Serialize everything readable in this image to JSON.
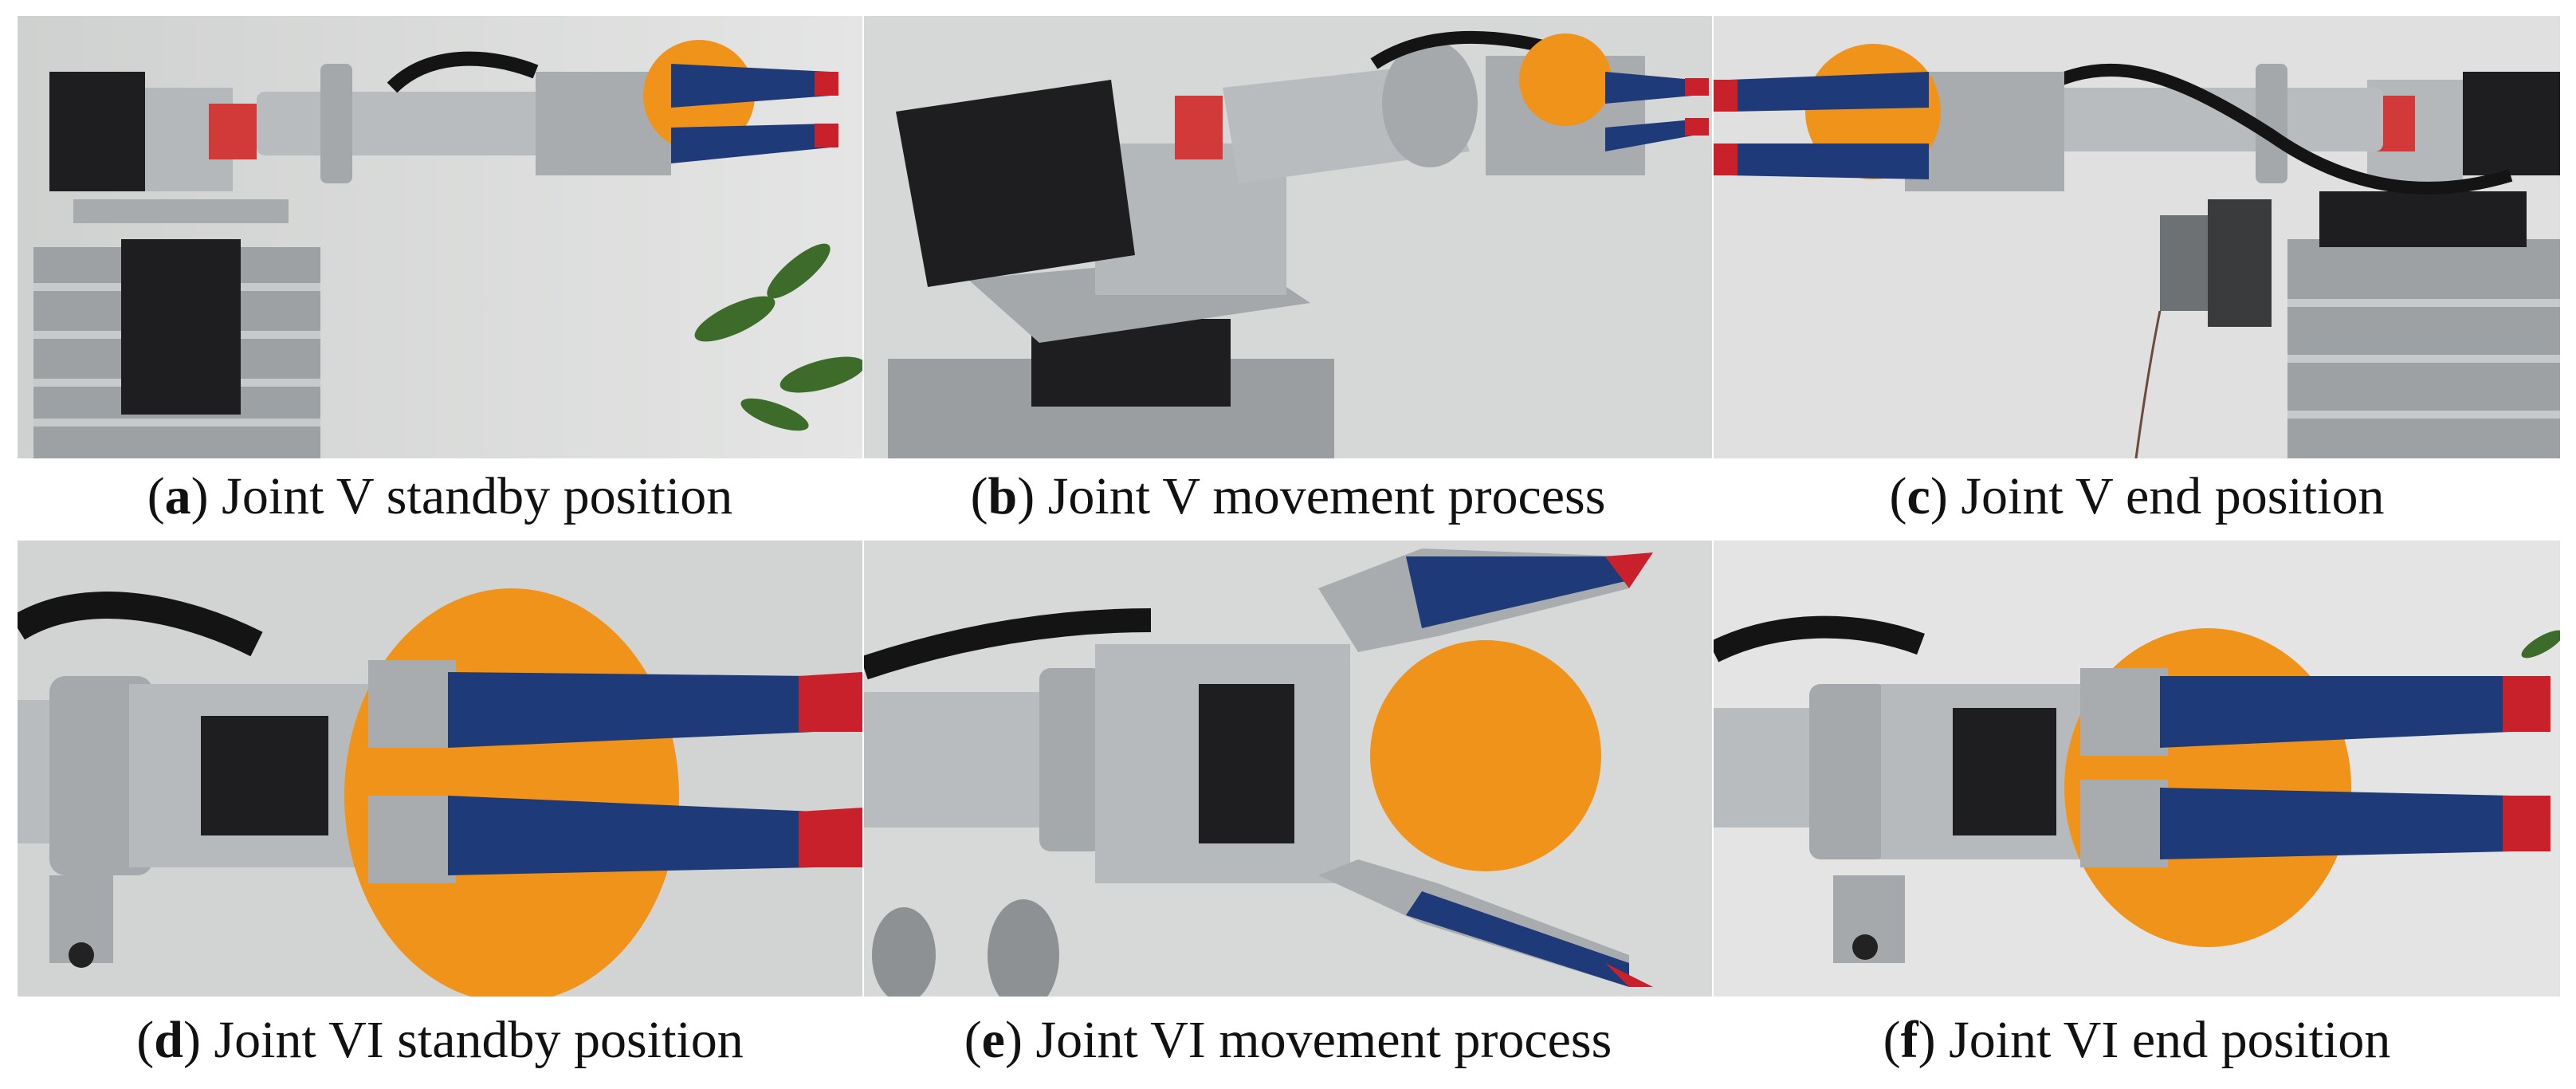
{
  "figure": {
    "panels": [
      {
        "letter": "a",
        "label": "Joint V standby position"
      },
      {
        "letter": "b",
        "label": "Joint V movement process"
      },
      {
        "letter": "c",
        "label": "Joint V end position"
      },
      {
        "letter": "d",
        "label": "Joint VI standby position"
      },
      {
        "letter": "e",
        "label": "Joint VI movement process"
      },
      {
        "letter": "f",
        "label": "Joint VI end position"
      }
    ]
  },
  "colors": {
    "background_wall": "#dcdedd",
    "aluminum": "#b9bcbf",
    "motor_black": "#1e1e20",
    "finger_blue": "#1f3a78",
    "finger_tip_red": "#c8212b",
    "orange_fruit": "#f0931a",
    "cable": "#141414",
    "coupling_red": "#d23a3a",
    "plant_green": "#3c6b2a"
  }
}
